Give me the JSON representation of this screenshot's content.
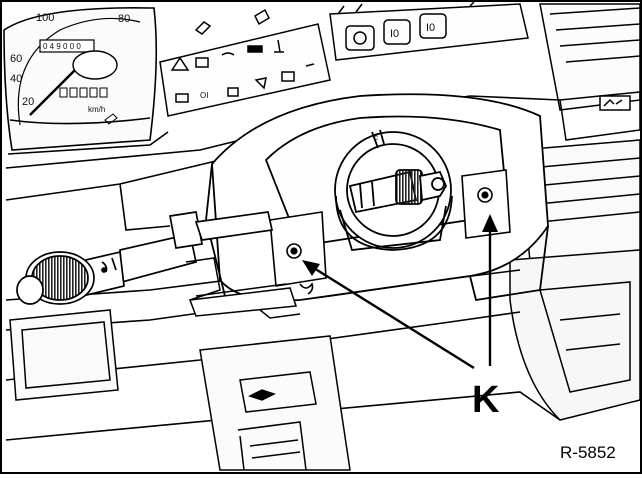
{
  "figure": {
    "callout_label": "K",
    "reference_code": "R-5852",
    "speedometer_ticks": [
      "100",
      "80",
      "60",
      "40",
      "20"
    ],
    "odometer": "0 4 9 0 0 0",
    "unit": "km/h"
  }
}
